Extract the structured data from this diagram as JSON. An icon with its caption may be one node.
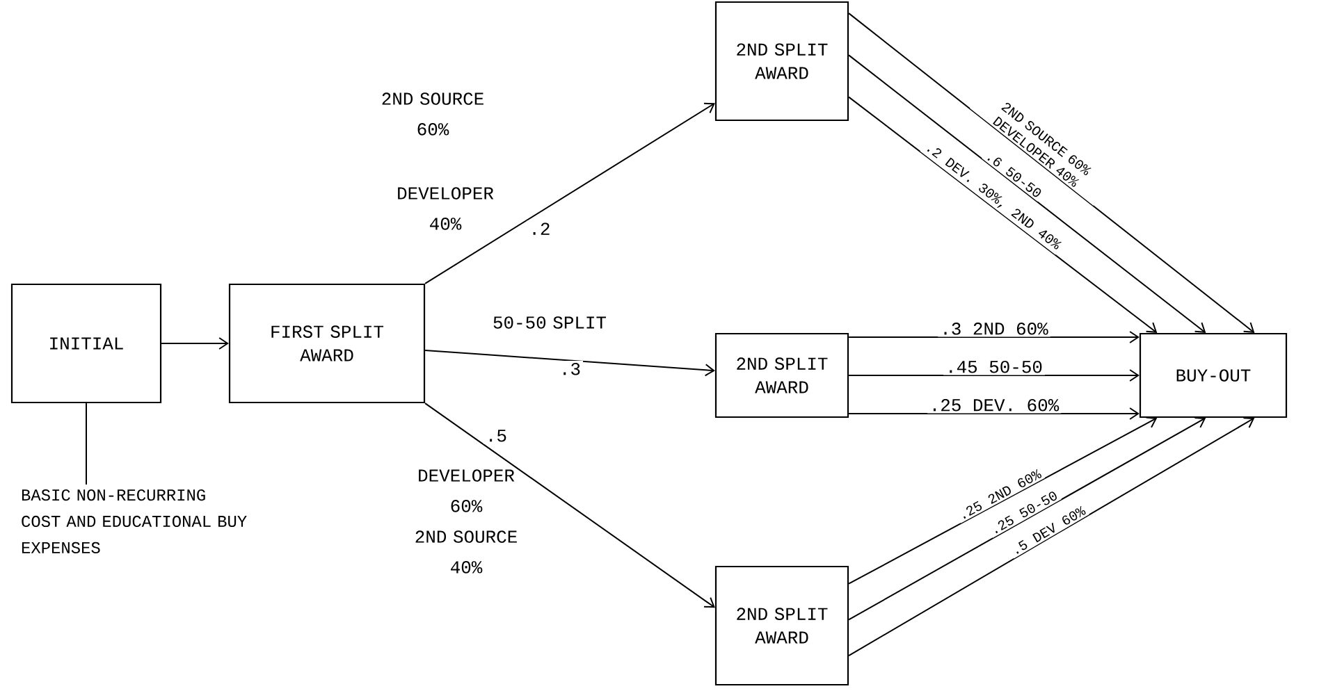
{
  "diagram": {
    "nodes": [
      {
        "text": [
          "INITIAL"
        ]
      },
      {
        "text": [
          "FIRST SPLIT AWARD"
        ]
      },
      {
        "text": [
          "2ND SPLIT AWARD"
        ]
      },
      {
        "text": [
          "2ND SPLIT AWARD"
        ]
      },
      {
        "text": [
          "2ND SPLIT AWARD"
        ]
      },
      {
        "text": [
          "BUY-OUT"
        ]
      },
      {
        "text": [
          "BASIC NON-RECURRING COST AND EDUCATIONAL BUY EXPENSES"
        ]
      }
    ],
    "edges": [
      {
        "from": 0,
        "to": 1,
        "arrow": "to"
      },
      {
        "from": 0,
        "to": 6,
        "arrow": "none"
      },
      {
        "from": 1,
        "to": 2,
        "arrow": "to",
        "label": ".2"
      },
      {
        "from": 1,
        "to": 3,
        "arrow": "to",
        "label": ".3"
      },
      {
        "from": 1,
        "to": 4,
        "arrow": "to",
        "label": ".5"
      },
      {
        "from": 2,
        "to": 5,
        "arrow": "to",
        "label": "2ND SOURCE 60% DEVELOPER 40%"
      },
      {
        "from": 2,
        "to": 5,
        "arrow": "to",
        "label": ".6 50-50"
      },
      {
        "from": 2,
        "to": 5,
        "arrow": "to",
        "label": ".2 DEV. 30%, 2ND 40%"
      },
      {
        "from": 3,
        "to": 5,
        "arrow": "to",
        "label": ".3 2ND 60%"
      },
      {
        "from": 3,
        "to": 5,
        "arrow": "to",
        "label": ".45 50-50"
      },
      {
        "from": 3,
        "to": 5,
        "arrow": "to",
        "label": ".25 DEV. 60%"
      },
      {
        "from": 4,
        "to": 5,
        "arrow": "to",
        "label": ".25 2ND 60%"
      },
      {
        "from": 4,
        "to": 5,
        "arrow": "to",
        "label": ".25 50-50"
      },
      {
        "from": 4,
        "to": 5,
        "arrow": "to",
        "label": ".5 DEV 60%"
      }
    ],
    "labels": [
      "2ND SOURCE 60%",
      "DEVELOPER 40%",
      "50-50 SPLIT",
      "DEVELOPER 60%",
      "2ND SOURCE 40%"
    ]
  }
}
